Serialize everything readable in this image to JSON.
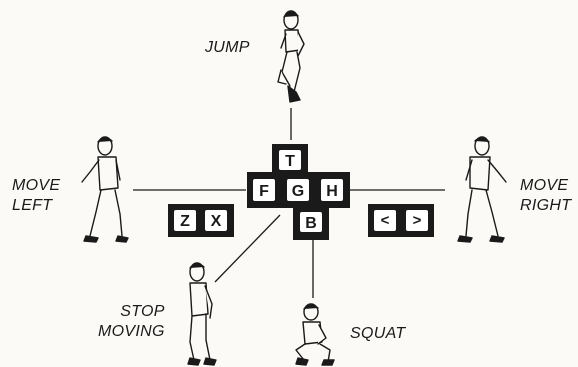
{
  "actions": {
    "jump": "JUMP",
    "move_left": [
      "MOVE",
      "LEFT"
    ],
    "move_right": [
      "MOVE",
      "RIGHT"
    ],
    "stop_moving": [
      "STOP",
      "MOVING"
    ],
    "squat": "SQUAT"
  },
  "keys": {
    "cluster": [
      "T",
      "F",
      "G",
      "H",
      "B"
    ],
    "left_pair": [
      "Z",
      "X"
    ],
    "right_pair": [
      "<",
      ">"
    ]
  },
  "colors": {
    "ink": "#1a1a1a",
    "paper": "#fbfaf6",
    "key_face": "#ffffff"
  }
}
